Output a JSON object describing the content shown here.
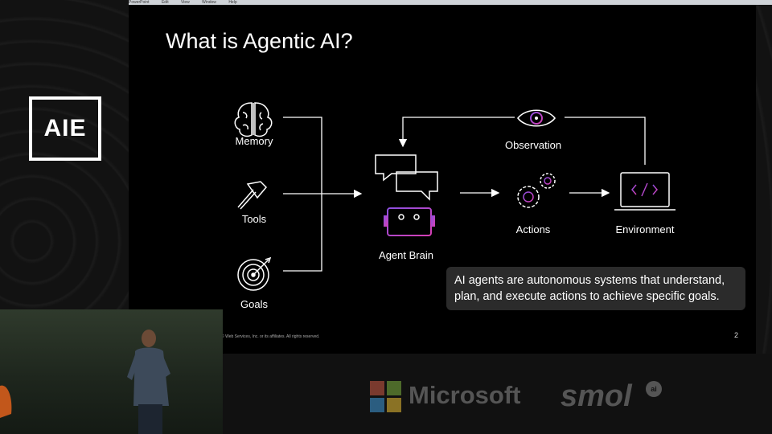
{
  "logo": {
    "text": "AIE"
  },
  "menubar": {
    "items": [
      "PowerPoint",
      "Edit",
      "View",
      "Window",
      "Help"
    ]
  },
  "slide": {
    "title": "What is Agentic AI?",
    "labels": {
      "memory": "Memory",
      "tools": "Tools",
      "goals": "Goals",
      "agent_brain": "Agent Brain",
      "observation": "Observation",
      "actions": "Actions",
      "environment": "Environment"
    },
    "caption_line1": "AI agents are autonomous systems that understand,",
    "caption_line2": "plan, and execute actions to achieve specific goals.",
    "footer": "© Web Services, Inc. or its affiliates. All rights reserved.",
    "page_number": "2"
  },
  "sponsors": {
    "microsoft": "Microsoft",
    "smol": "smol",
    "smol_badge": "ai"
  },
  "colors": {
    "accent_pink": "#d63fb4",
    "accent_purple": "#8c4fe0",
    "menubar": "#cfd3d8"
  }
}
